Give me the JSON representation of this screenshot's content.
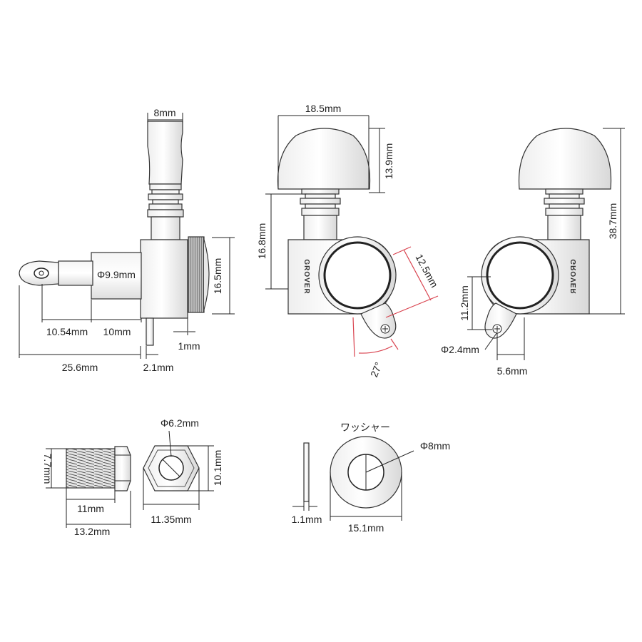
{
  "side_view": {
    "top_width": "8mm",
    "shaft_diameter": "Φ9.9mm",
    "post_length": "10.54mm",
    "shaft_length": "10mm",
    "total_length": "25.6mm",
    "bushing_offset": "2.1mm",
    "gear_gap": "1mm",
    "height": "16.5mm"
  },
  "front_view": {
    "button_width": "18.5mm",
    "button_height": "13.9mm",
    "body_height": "16.8mm",
    "housing_diameter": "12.5mm",
    "angle": "27°",
    "brand": "GROVER"
  },
  "back_view": {
    "total_height": "38.7mm",
    "screw_height": "11.2mm",
    "screw_hole_diameter": "Φ2.4mm",
    "screw_offset": "5.6mm",
    "brand": "GROVER"
  },
  "bushing": {
    "height": "7.7mm",
    "thread_length": "11mm",
    "total_length": "13.2mm"
  },
  "nut": {
    "inner_diameter": "Φ6.2mm",
    "height": "10.1mm",
    "width": "11.35mm"
  },
  "washer": {
    "title": "ワッシャー",
    "inner_diameter": "Φ8mm",
    "thickness": "1.1mm",
    "outer_diameter": "15.1mm"
  }
}
